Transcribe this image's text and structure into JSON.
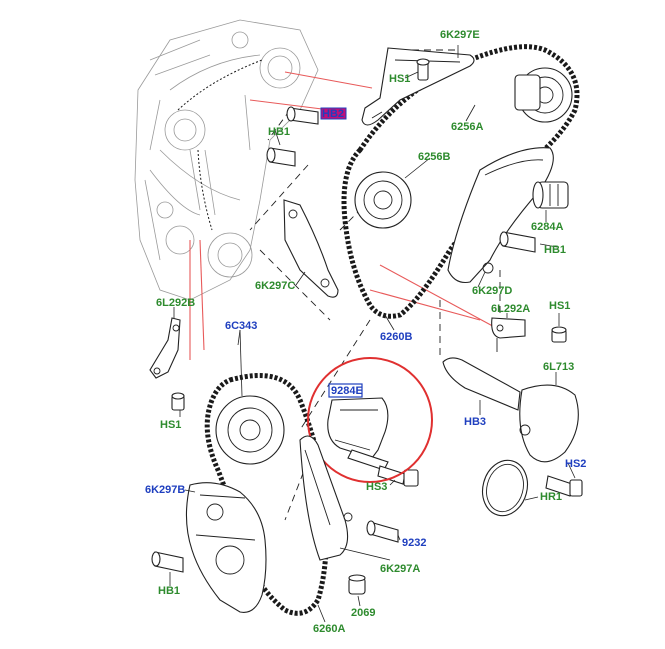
{
  "labels": {
    "l_6k297e": "6K297E",
    "l_hs1_top": "HS1",
    "l_hb2": "HB2",
    "l_hb1_top": "HB1",
    "l_6256a": "6256A",
    "l_6256b": "6256B",
    "l_6284a": "6284A",
    "l_hb1_right": "HB1",
    "l_6k297c": "6K297C",
    "l_6k297d": "6K297D",
    "l_6l292a": "6L292A",
    "l_hs1_right": "HS1",
    "l_6l292b": "6L292B",
    "l_6c343": "6C343",
    "l_6260b": "6260B",
    "l_6l713": "6L713",
    "l_9284e": "9284E",
    "l_hb3": "HB3",
    "l_hs1_left": "HS1",
    "l_hs2": "HS2",
    "l_hr1": "HR1",
    "l_6k297b": "6K297B",
    "l_hs3": "HS3",
    "l_9232": "9232",
    "l_6k297a": "6K297A",
    "l_hb1_bottom": "HB1",
    "l_2069": "2069",
    "l_6260a": "6260A"
  },
  "colors": {
    "part_number": "#2e8b2e",
    "hardware_code": "#1f3fbf",
    "callout_circle": "#e03030",
    "leader_red": "#e85a5a",
    "highlight_fill": "#c0107a"
  }
}
